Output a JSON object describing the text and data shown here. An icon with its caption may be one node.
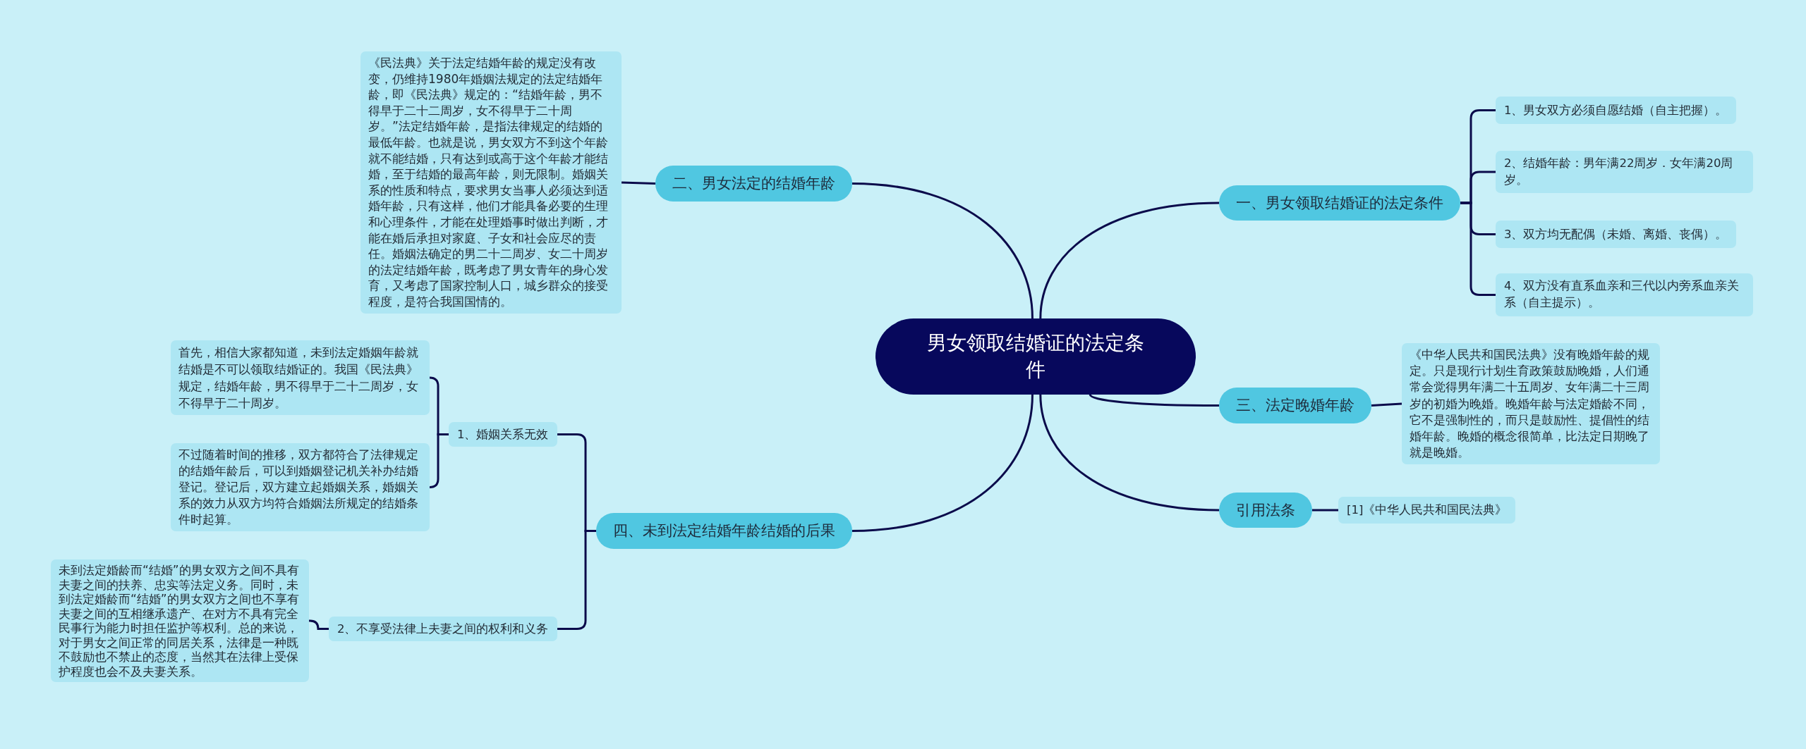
{
  "diagram": {
    "nodes": [
      {
        "text": [
          "男女领取结婚证的法定条件"
        ]
      },
      {
        "text": [
          "一、男女领取结婚证的法定条件"
        ]
      },
      {
        "text": [
          "1、男女双方必须自愿结婚（自主把握）。"
        ]
      },
      {
        "text": [
          "2、结婚年龄：男年满22周岁．女年满20周岁。"
        ]
      },
      {
        "text": [
          "3、双方均无配偶（未婚、离婚、丧偶）。"
        ]
      },
      {
        "text": [
          "4、双方没有直系血亲和三代以内旁系血亲关系（自主提示）。"
        ]
      },
      {
        "text": [
          "二、男女法定的结婚年龄"
        ]
      },
      {
        "text": [
          "《民法典》关于法定结婚年龄的规定没有改变，仍维持1980年婚姻法规定的法定结婚年龄，即《民法典》规定的：“结婚年龄，男不得早于二十二周岁，女不得早于二十周岁。”法定结婚年龄，是指法律规定的结婚的最低年龄。也就是说，男女双方不到这个年龄就不能结婚，只有达到或高于这个年龄才能结婚，至于结婚的最高年龄，则无限制。婚姻关系的性质和特点，要求男女当事人必须达到适婚年龄，只有这样，他们才能具备必要的生理和心理条件，才能在处理婚事时做出判断，才能在婚后承担对家庭、子女和社会应尽的责任。婚姻法确定的男二十二周岁、女二十周岁的法定结婚年龄，既考虑了男女青年的身心发育，又考虑了国家控制人口，城乡群众的接受程度，是符合我国国情的。"
        ]
      },
      {
        "text": [
          "三、法定晚婚年龄"
        ]
      },
      {
        "text": [
          "《中华人民共和国民法典》没有晚婚年龄的规定。只是现行计划生育政策鼓励晚婚，人们通常会觉得男年满二十五周岁、女年满二十三周岁的初婚为晚婚。晚婚年龄与法定婚龄不同，它不是强制性的，而只是鼓励性、提倡性的结婚年龄。晚婚的概念很简单，比法定日期晚了就是晚婚。"
        ]
      },
      {
        "text": [
          "引用法条"
        ]
      },
      {
        "text": [
          "[1]《中华人民共和国民法典》"
        ]
      },
      {
        "text": [
          "四、未到法定结婚年龄结婚的后果"
        ]
      },
      {
        "text": [
          "1、婚姻关系无效"
        ]
      },
      {
        "text": [
          "首先，相信大家都知道，未到法定婚姻年龄就结婚是不可以领取结婚证的。我国《民法典》规定，结婚年龄，男不得早于二十二周岁，女不得早于二十周岁。"
        ]
      },
      {
        "text": [
          "不过随着时间的推移，双方都符合了法律规定的结婚年龄后，可以到婚姻登记机关补办结婚登记。登记后，双方建立起婚姻关系，婚姻关系的效力从双方均符合婚姻法所规定的结婚条件时起算。"
        ]
      },
      {
        "text": [
          "2、不享受法律上夫妻之间的权利和义务"
        ]
      },
      {
        "text": [
          "未到法定婚龄而“结婚”的男女双方之间不具有夫妻之间的扶养、忠实等法定义务。同时，未到法定婚龄而“结婚”的男女双方之间也不享有夫妻之间的互相继承遗产、在对方不具有完全民事行为能力时担任监护等权利。总的来说，对于男女之间正常的同居关系，法律是一种既不鼓励也不禁止的态度，当然其在法律上受保护程度也会不及夫妻关系。"
        ]
      }
    ],
    "edges": [
      {
        "from": 0,
        "to": 1,
        "arrow": "none"
      },
      {
        "from": 1,
        "to": 2,
        "arrow": "none"
      },
      {
        "from": 1,
        "to": 3,
        "arrow": "none"
      },
      {
        "from": 1,
        "to": 4,
        "arrow": "none"
      },
      {
        "from": 1,
        "to": 5,
        "arrow": "none"
      },
      {
        "from": 0,
        "to": 6,
        "arrow": "none"
      },
      {
        "from": 6,
        "to": 7,
        "arrow": "none"
      },
      {
        "from": 0,
        "to": 8,
        "arrow": "none"
      },
      {
        "from": 8,
        "to": 9,
        "arrow": "none"
      },
      {
        "from": 0,
        "to": 10,
        "arrow": "none"
      },
      {
        "from": 10,
        "to": 11,
        "arrow": "none"
      },
      {
        "from": 0,
        "to": 12,
        "arrow": "none"
      },
      {
        "from": 12,
        "to": 13,
        "arrow": "none"
      },
      {
        "from": 13,
        "to": 14,
        "arrow": "none"
      },
      {
        "from": 13,
        "to": 15,
        "arrow": "none"
      },
      {
        "from": 12,
        "to": 16,
        "arrow": "none"
      },
      {
        "from": 16,
        "to": 17,
        "arrow": "none"
      }
    ]
  }
}
